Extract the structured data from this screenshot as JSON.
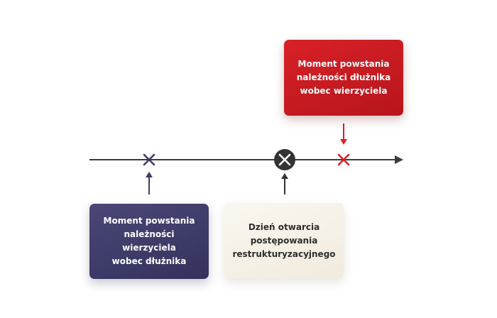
{
  "boxes": {
    "top_red": {
      "text": "Moment powstania\nnależności dłużnika\nwobec wierzyciela",
      "color": "#c81b21"
    },
    "bottom_left": {
      "text": "Moment powstania\nnależności wierzyciela\nwobec dłużnika",
      "color": "#3e3b68"
    },
    "bottom_middle": {
      "text": "Dzień otwarcia\npostępowania\nrestrukturyzacyjnego",
      "color": "#f5f0e6"
    }
  },
  "timeline": {
    "line_color": "#3a3a3a",
    "markers": [
      {
        "kind": "cross",
        "color": "#3e3b68"
      },
      {
        "kind": "circle-cross",
        "color": "#333333"
      },
      {
        "kind": "cross",
        "color": "#d62027"
      }
    ]
  },
  "icons": {
    "axis_arrow": "arrow-right-icon",
    "pointer_up": "arrow-up-icon",
    "pointer_down": "arrow-down-icon",
    "cross": "cross-icon",
    "circle_cross": "circle-cross-icon"
  }
}
